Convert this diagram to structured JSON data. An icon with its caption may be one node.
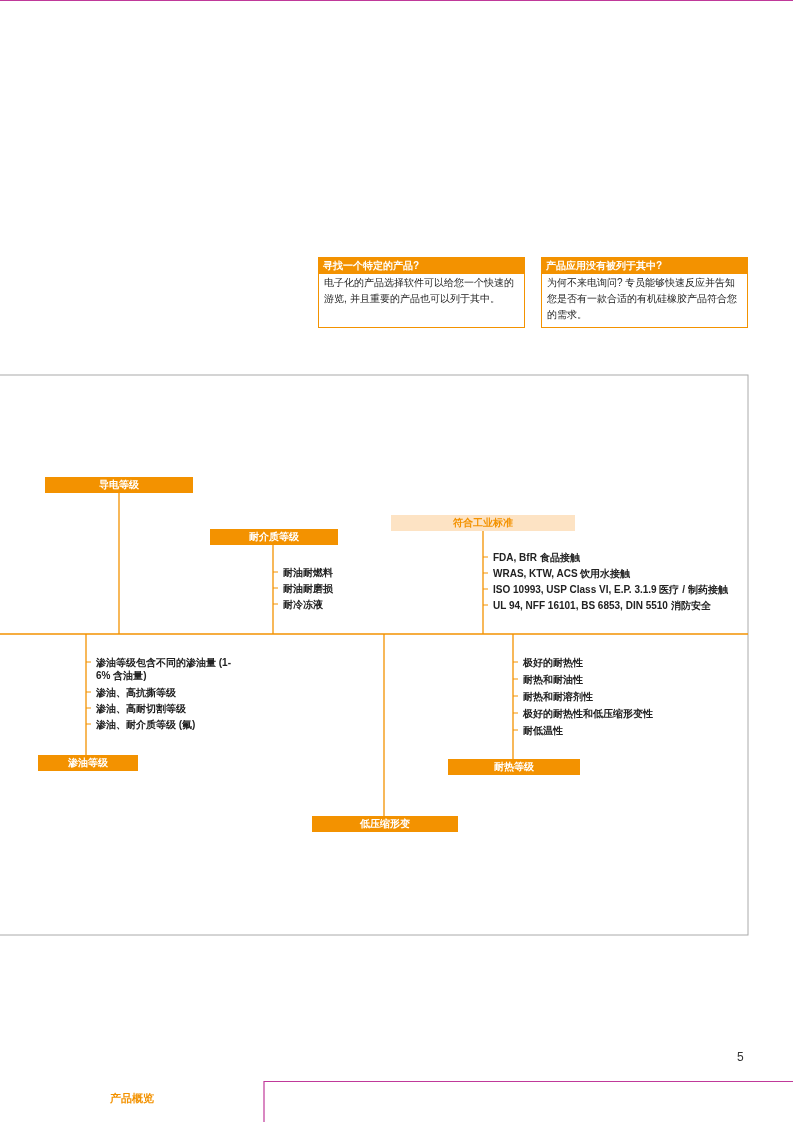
{
  "diagram": {
    "nodes": [
      {
        "text": [
          "寻找一个特定的产品?",
          "电子化的产品选择软件可以给您一个快速的游览, 并且重要的产品也可以列于其中。"
        ]
      },
      {
        "text": [
          "产品应用没有被列于其中?",
          "为何不来电询问? 专员能够快速反应并告知您是否有一款合适的有机硅橡胶产品符合您的需求。"
        ]
      },
      {
        "text": [
          "导电等级"
        ]
      },
      {
        "text": [
          "耐介质等级"
        ],
        "beside": [
          "耐油耐燃料",
          "耐油耐磨损",
          "耐冷冻液"
        ]
      },
      {
        "text": [
          "符合工业标准"
        ],
        "beside": [
          "FDA, BfR 食品接触",
          "WRAS, KTW, ACS 饮用水接触",
          "ISO 10993, USP Class VI, E.P. 3.1.9 医疗 / 制药接触",
          "UL 94, NFF 16101, BS 6853, DIN 5510 消防安全"
        ]
      },
      {
        "text": [
          "渗油等级"
        ],
        "beside": [
          "渗油等级包含不同的渗油量 (1-6% 含油量)",
          "渗油、高抗撕等级",
          "渗油、高耐切割等级",
          "渗油、耐介质等级 (氟)"
        ]
      },
      {
        "text": [
          "耐热等级"
        ],
        "beside": [
          "极好的耐热性",
          "耐热和耐油性",
          "耐热和耐溶剂性",
          "极好的耐热性和低压缩形变性",
          "耐低温性"
        ]
      },
      {
        "text": [
          "低压缩形变"
        ]
      }
    ],
    "edges": [
      {
        "from": 2,
        "to": null,
        "arrow": "none"
      },
      {
        "from": 3,
        "to": null,
        "arrow": "none"
      },
      {
        "from": 4,
        "to": null,
        "arrow": "none"
      },
      {
        "from": 5,
        "to": null,
        "arrow": "none"
      },
      {
        "from": 6,
        "to": null,
        "arrow": "none"
      },
      {
        "from": 7,
        "to": null,
        "arrow": "none"
      }
    ],
    "labels": [
      "5",
      "产品概览"
    ]
  }
}
